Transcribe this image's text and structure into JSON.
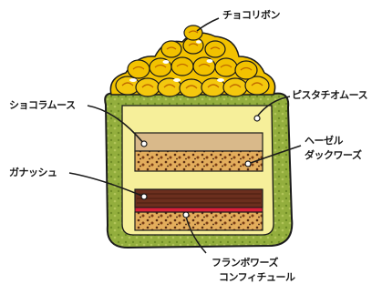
{
  "labels": {
    "choco_ribbon": "チョコリボン",
    "pistachio_mousse": "ピスタチオムース",
    "chocolat_mousse": "ショコラムース",
    "hazelnut_line1": "ヘーゼル",
    "hazelnut_line2": "ダックワーズ",
    "ganache": "ガナッシュ",
    "framboise_line1": "フランボワーズ",
    "framboise_line2": "コンフィチュール"
  },
  "colors": {
    "pistachio": "#8fa83a",
    "mousse": "#f6ef9a",
    "choco_mousse": "#d9b98a",
    "dacquoise": "#d79a4c",
    "ganache": "#6b2f1e",
    "raspberry": "#d8203a",
    "ribbon": "#f2c200",
    "outline": "#1a1a1a"
  }
}
